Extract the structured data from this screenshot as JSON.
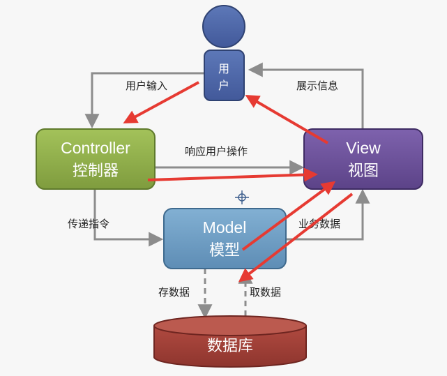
{
  "nodes": {
    "user": {
      "line1": "用",
      "line2": "户"
    },
    "controller": {
      "en": "Controller",
      "zh": "控制器"
    },
    "view": {
      "en": "View",
      "zh": "视图"
    },
    "model": {
      "en": "Model",
      "zh": "模型"
    },
    "database": {
      "label": "数据库"
    }
  },
  "edges": {
    "user_input": "用户输入",
    "display_info": "展示信息",
    "respond_user_action": "响应用户操作",
    "pass_command": "传递指令",
    "business_data": "业务数据",
    "store_data": "存数据",
    "fetch_data": "取数据"
  },
  "colors": {
    "controller": "#8fae4a",
    "view": "#6a4f9a",
    "model": "#6e9ec4",
    "user": "#4f68aa",
    "database": "#a3423a",
    "connector": "#8c8c8c",
    "annotation_arrow": "#e63a32"
  }
}
